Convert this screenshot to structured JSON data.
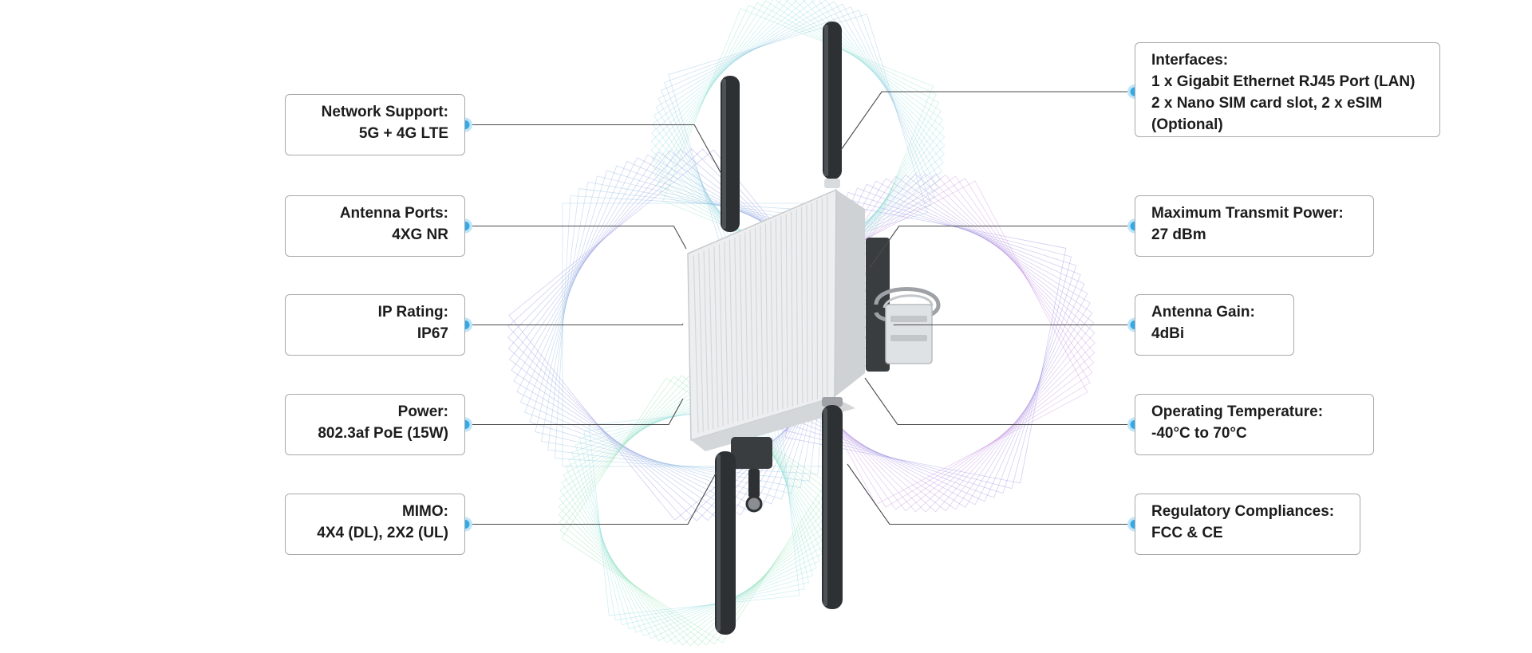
{
  "specs_left": [
    {
      "id": "network-support",
      "title": "Network Support:",
      "lines": [
        "5G + 4G LTE"
      ]
    },
    {
      "id": "antenna-ports",
      "title": "Antenna Ports:",
      "lines": [
        "4XG NR"
      ]
    },
    {
      "id": "ip-rating",
      "title": "IP Rating:",
      "lines": [
        "IP67"
      ]
    },
    {
      "id": "power",
      "title": "Power:",
      "lines": [
        "802.3af PoE (15W)"
      ]
    },
    {
      "id": "mimo",
      "title": "MIMO:",
      "lines": [
        "4X4 (DL), 2X2 (UL)"
      ]
    }
  ],
  "specs_right": [
    {
      "id": "interfaces",
      "title": "Interfaces:",
      "lines": [
        "1 x Gigabit Ethernet RJ45 Port (LAN)",
        "2 x Nano SIM card slot, 2 x eSIM",
        "(Optional)"
      ]
    },
    {
      "id": "max-transmit-power",
      "title": "Maximum Transmit Power:",
      "lines": [
        "27 dBm"
      ]
    },
    {
      "id": "antenna-gain",
      "title": "Antenna Gain:",
      "lines": [
        "4dBi"
      ]
    },
    {
      "id": "operating-temperature",
      "title": "Operating Temperature:",
      "lines": [
        "-40°C to 70°C"
      ]
    },
    {
      "id": "regulatory-compliances",
      "title": "Regulatory Compliances:",
      "lines": [
        "FCC & CE"
      ]
    }
  ],
  "colors": {
    "dot": "#33a9e6",
    "dot_glow": "#bfe5f8",
    "leader_line": "#4a4a4a",
    "box_border": "#a9a9a9",
    "device_body": "#eceeef",
    "antenna": "#2e3134"
  }
}
